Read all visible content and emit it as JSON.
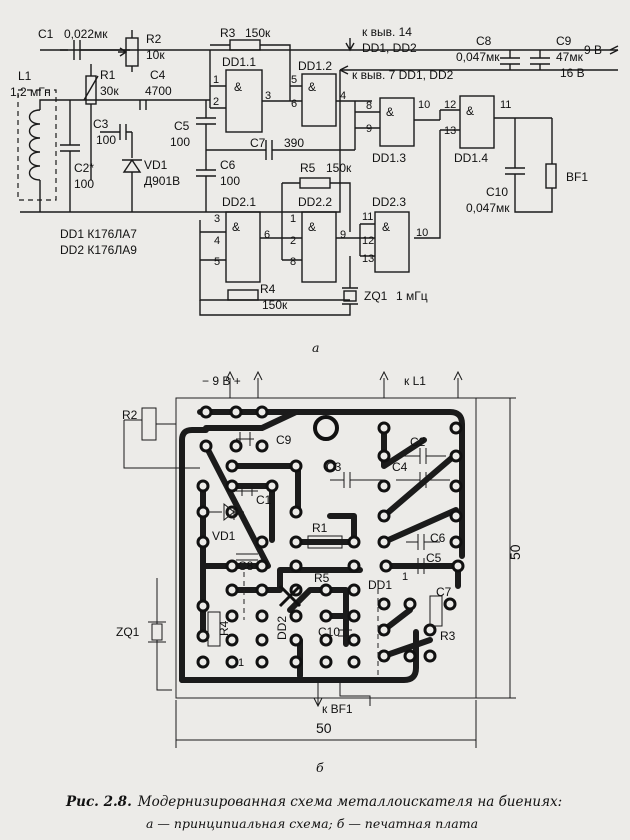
{
  "schematic": {
    "components": [
      {
        "ref": "C1",
        "value": "0,022мк"
      },
      {
        "ref": "R2",
        "value": "10к"
      },
      {
        "ref": "R3",
        "value": "150к"
      },
      {
        "ref": "R1",
        "value": "30к"
      },
      {
        "ref": "C4",
        "value": "4700"
      },
      {
        "ref": "L1",
        "value": "1,2 мГн"
      },
      {
        "ref": "C3",
        "value": "100"
      },
      {
        "ref": "C5",
        "value": "100"
      },
      {
        "ref": "C2*",
        "value": "100"
      },
      {
        "ref": "VD1",
        "value": "Д901В"
      },
      {
        "ref": "C6",
        "value": "100"
      },
      {
        "ref": "C7",
        "value": "390"
      },
      {
        "ref": "R5",
        "value": "150к"
      },
      {
        "ref": "R4",
        "value": "150к"
      },
      {
        "ref": "ZQ1",
        "value": "1 мГц"
      },
      {
        "ref": "C8",
        "value": "0,047мк"
      },
      {
        "ref": "C9",
        "value": "47мк"
      },
      {
        "ref": "C9v",
        "value": "16 В"
      },
      {
        "ref": "C10",
        "value": "0,047мк"
      },
      {
        "ref": "BF1",
        "value": ""
      }
    ],
    "gates": [
      "DD1.1",
      "DD1.2",
      "DD1.3",
      "DD1.4",
      "DD2.1",
      "DD2.2",
      "DD2.3"
    ],
    "power_note_1": "к выв. 14",
    "power_note_1b": "DD1, DD2",
    "power_note_2": "к выв. 7  DD1, DD2",
    "supply": "9 В",
    "ic_list_1": "DD1  К176ЛА7",
    "ic_list_2": "DD2  К176ЛА9",
    "amp": "&"
  },
  "pcb": {
    "top_label": "− 9 В +",
    "to_l1": "к L1",
    "to_bf1": "к BF1",
    "dim_h": "50",
    "dim_v": "50",
    "labels": [
      "R2",
      "C9",
      "C2",
      "C3",
      "C4",
      "C1",
      "VD1",
      "R1",
      "C8",
      "C6",
      "C5",
      "R5",
      "DD1",
      "C7",
      "ZQ1",
      "R4",
      "DD2",
      "C10",
      "R3"
    ],
    "pin_1a": "1",
    "pin_1b": "1"
  },
  "figure": {
    "sub_a": "а",
    "sub_b": "б",
    "caption_bold": "Рис. 2.8.",
    "caption_text": "Модернизированная схема металлоискателя на биениях:",
    "caption_line2": "а — принципиальная схема; б — печатная плата"
  }
}
